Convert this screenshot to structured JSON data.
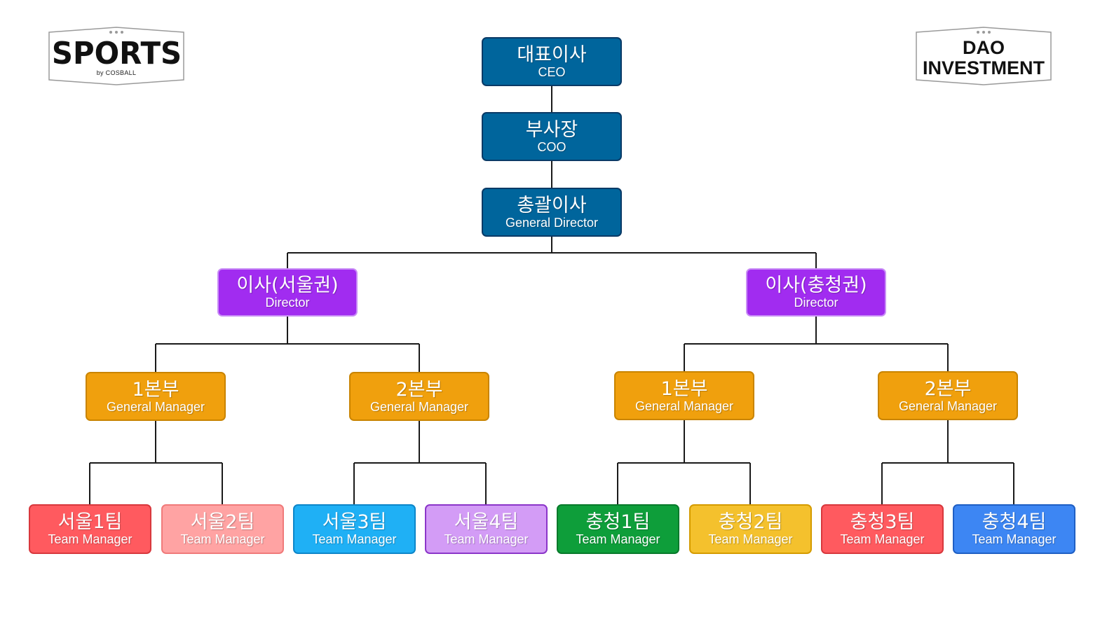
{
  "logos": {
    "left": {
      "main": "SPORTS",
      "sub": "by COSBALL"
    },
    "right": {
      "line1": "DAO",
      "line2": "INVESTMENT"
    }
  },
  "org": {
    "ceo": {
      "ko": "대표이사",
      "en": "CEO"
    },
    "coo": {
      "ko": "부사장",
      "en": "COO"
    },
    "general_director": {
      "ko": "총괄이사",
      "en": "General Director"
    },
    "directors": [
      {
        "ko": "이사(서울권)",
        "en": "Director"
      },
      {
        "ko": "이사(충청권)",
        "en": "Director"
      }
    ],
    "divisions": [
      {
        "ko": "1본부",
        "en": "General Manager"
      },
      {
        "ko": "2본부",
        "en": "General Manager"
      },
      {
        "ko": "1본부",
        "en": "General Manager"
      },
      {
        "ko": "2본부",
        "en": "General Manager"
      }
    ],
    "teams": [
      {
        "ko": "서울1팀",
        "en": "Team Manager",
        "color": "#ff5a5f"
      },
      {
        "ko": "서울2팀",
        "en": "Team Manager",
        "color": "#ffa3a3"
      },
      {
        "ko": "서울3팀",
        "en": "Team Manager",
        "color": "#1fb0f5"
      },
      {
        "ko": "서울4팀",
        "en": "Team Manager",
        "color": "#d39cf6"
      },
      {
        "ko": "충청1팀",
        "en": "Team Manager",
        "color": "#0e9e3a"
      },
      {
        "ko": "충청2팀",
        "en": "Team Manager",
        "color": "#f4c12d"
      },
      {
        "ko": "충청3팀",
        "en": "Team Manager",
        "color": "#ff5a5f"
      },
      {
        "ko": "충청4팀",
        "en": "Team Manager",
        "color": "#3d86f3"
      }
    ]
  },
  "colors": {
    "executive": "#00659c",
    "director": "#a12cf0",
    "division": "#f0a00d",
    "connector": "#1a1a1a"
  }
}
